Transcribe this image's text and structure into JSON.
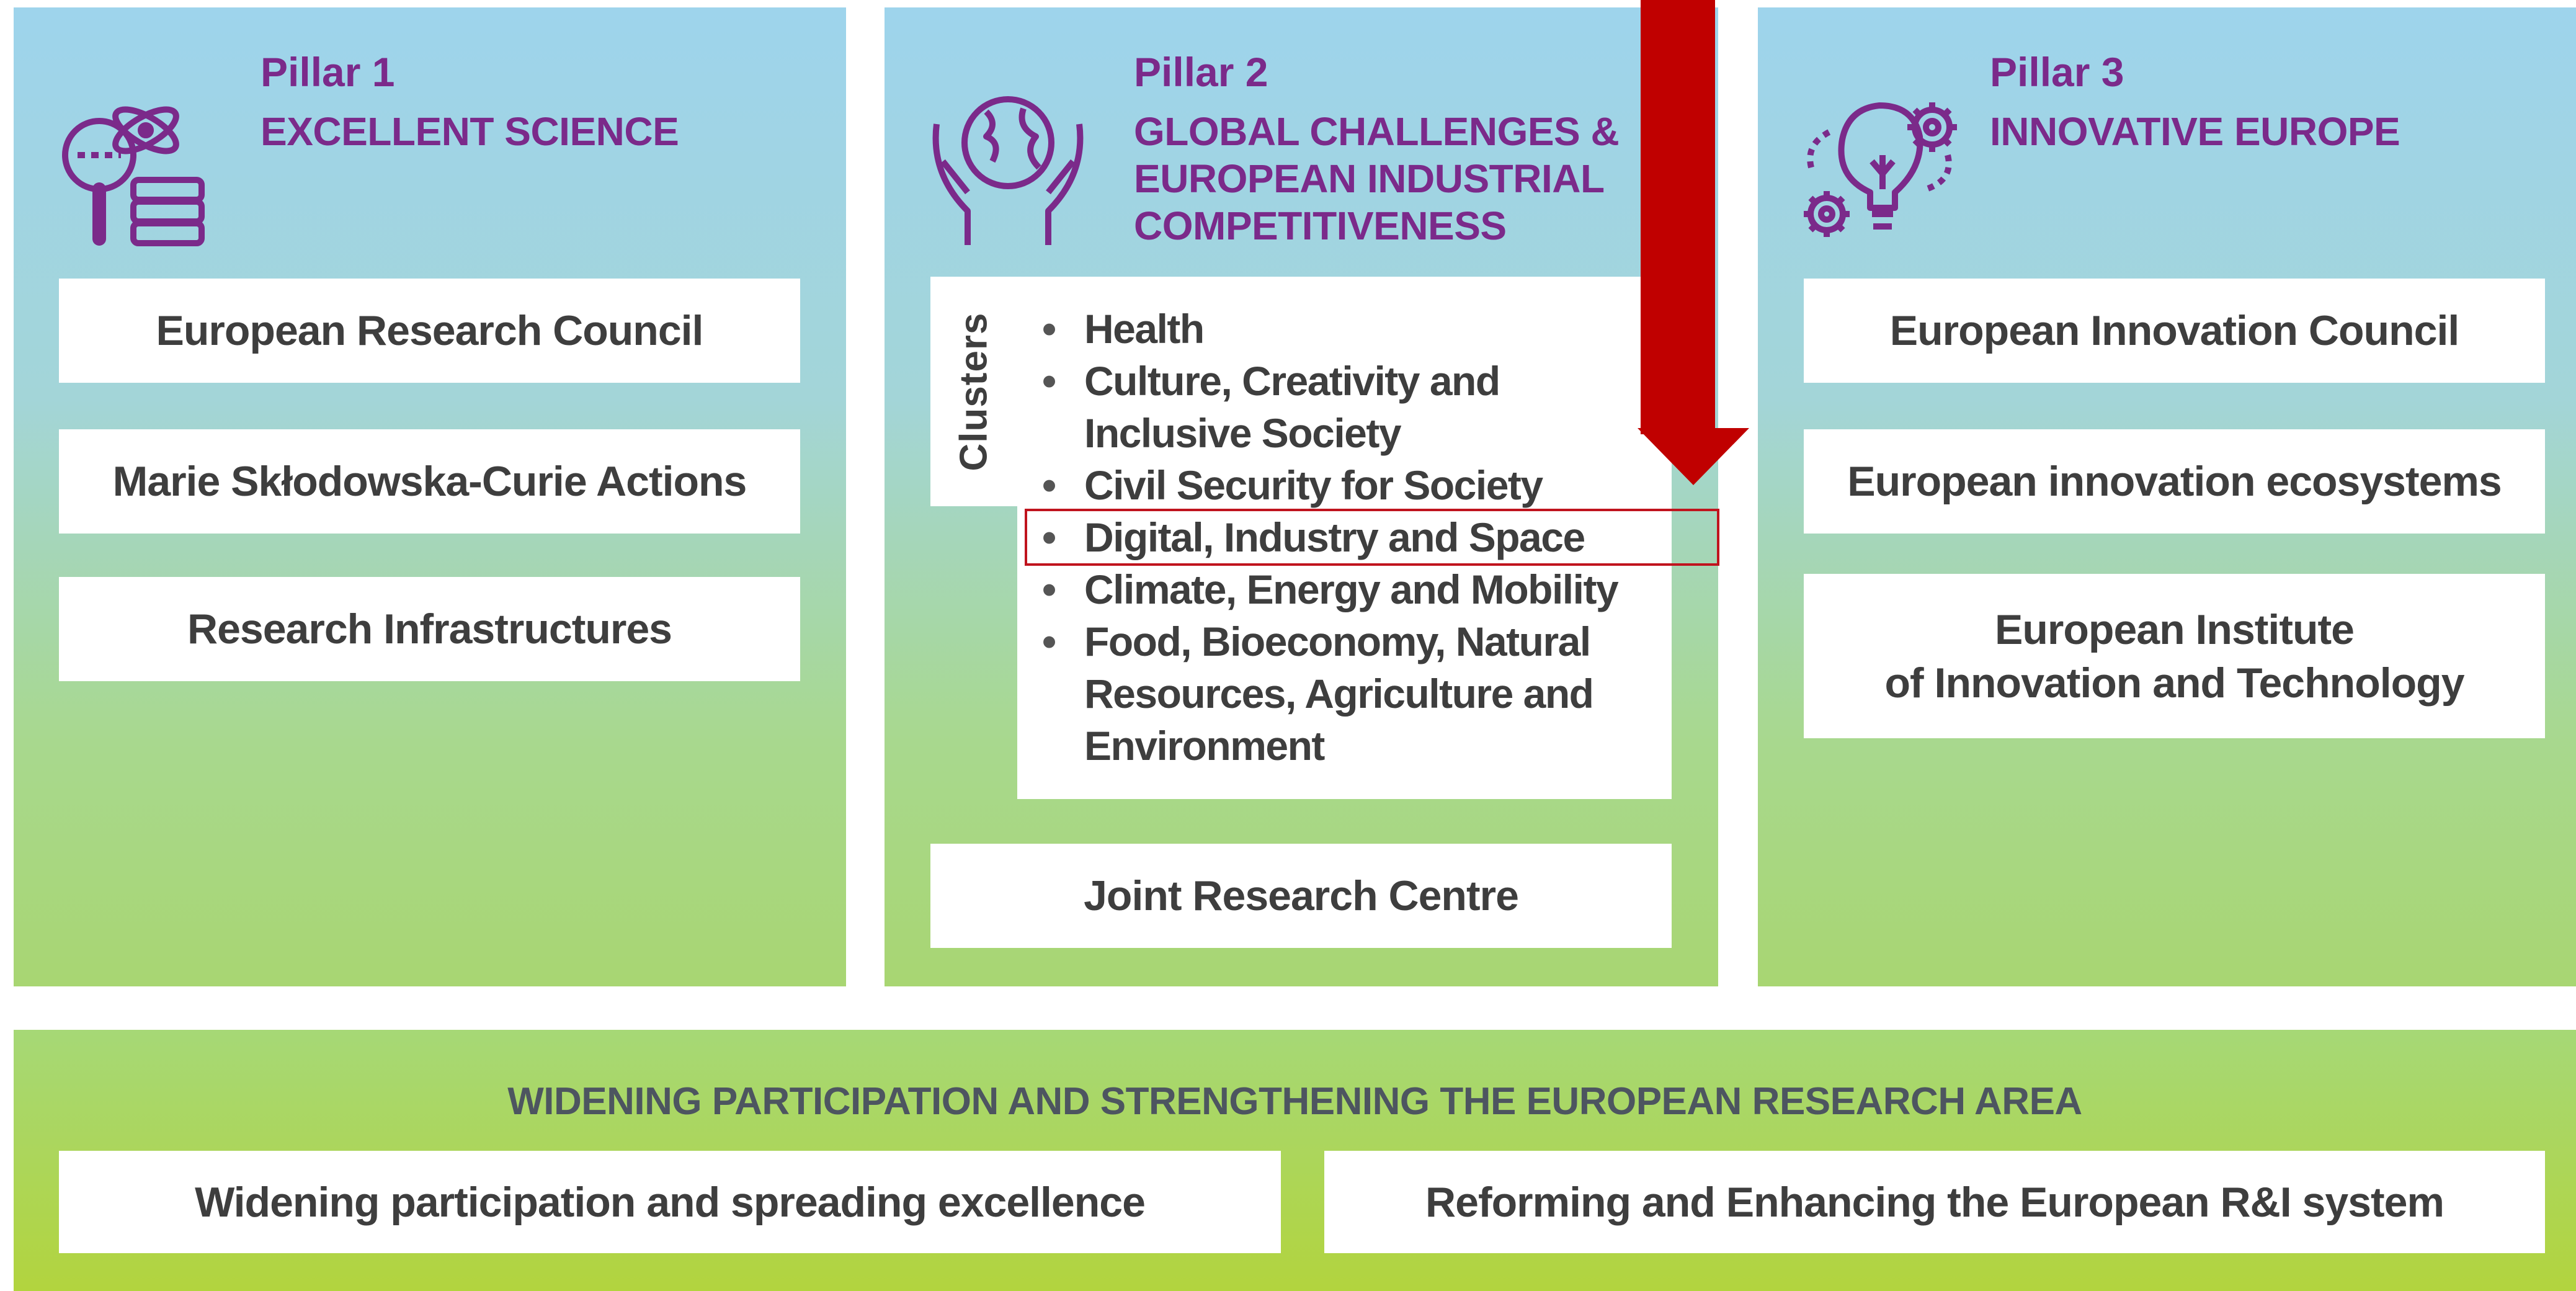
{
  "pillars": [
    {
      "number": "Pillar 1",
      "title_lines": [
        "EXCELLENT SCIENCE"
      ],
      "icon": "science-icon",
      "items": [
        "European Research Council",
        "Marie Skłodowska-Curie Actions",
        "Research Infrastructures"
      ]
    },
    {
      "number": "Pillar 2",
      "title_lines": [
        "GLOBAL CHALLENGES &",
        "EUROPEAN INDUSTRIAL",
        "COMPETITIVENESS"
      ],
      "icon": "globe-hands-icon",
      "clusters_label": "Clusters",
      "clusters": [
        "Health",
        "Culture, Creativity and Inclusive Society",
        "Civil Security for Society",
        "Digital, Industry and Space",
        "Climate, Energy and Mobility",
        "Food, Bioeconomy, Natural Resources, Agriculture and Environment"
      ],
      "highlighted_cluster": "Digital, Industry and Space",
      "items": [
        "Joint Research Centre"
      ]
    },
    {
      "number": "Pillar 3",
      "title_lines": [
        "INNOVATIVE EUROPE"
      ],
      "icon": "lightbulb-gears-icon",
      "items": [
        "European Innovation Council",
        "European innovation ecosystems",
        "European Institute",
        "of Innovation and Technology"
      ]
    }
  ],
  "bottom": {
    "title": "WIDENING PARTICIPATION AND STRENGTHENING THE EUROPEAN RESEARCH AREA",
    "items": [
      "Widening participation and spreading excellence",
      "Reforming and Enhancing the European R&I system"
    ]
  },
  "colors": {
    "pillar_text": "#7b2a8a",
    "highlight": "#c0141e",
    "arrow": "#c00000",
    "bottom_band": "#b2d43e"
  }
}
